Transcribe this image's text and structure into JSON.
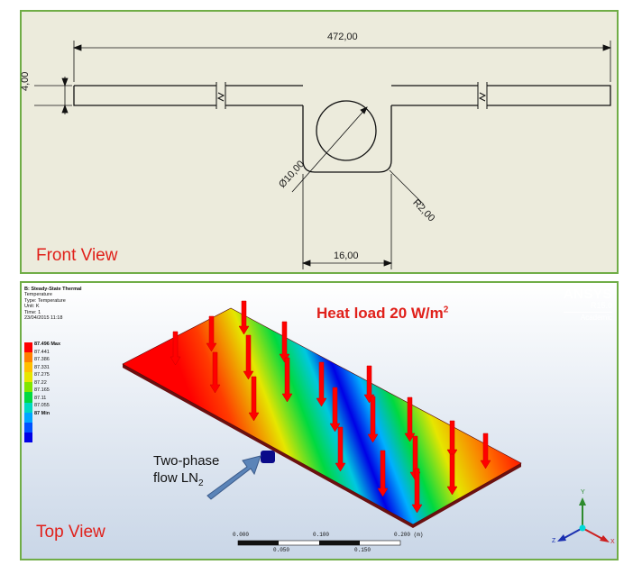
{
  "front_view": {
    "label": "Front View",
    "dimensions": {
      "total_length": "472,00",
      "thickness": "4,00",
      "tube_diameter": "Ø10,00",
      "fillet_radius": "R2,00",
      "channel_width": "16,00"
    }
  },
  "top_view": {
    "label": "Top View",
    "heat_load": "Heat load 20 W/m",
    "heat_load_sup": "2",
    "flow_line1": "Two-phase",
    "flow_line2": "flow LN",
    "flow_sub": "2",
    "legend": {
      "title": "B: Steady-State Thermal",
      "quantity": "Temperature",
      "type": "Type: Temperature",
      "unit": "Unit: K",
      "time": "Time: 1",
      "date": "23/04/2015 11:18",
      "values": [
        "87.496 Max",
        "87.441",
        "87.386",
        "87.331",
        "87.275",
        "87.22",
        "87.165",
        "87.11",
        "87.055",
        "87 Min"
      ],
      "colors": [
        "#ff0000",
        "#ff8000",
        "#ffbf00",
        "#e6e600",
        "#80e600",
        "#00d940",
        "#00d9c0",
        "#00a6ff",
        "#0052ff",
        "#0000e6"
      ]
    },
    "brand": "ANSYS",
    "version": "R15.0",
    "edition": "Academic",
    "scale": {
      "ticks_top": [
        "0.000",
        "0.100",
        "0.200 (m)"
      ],
      "ticks_bottom": [
        "0.050",
        "0.150"
      ]
    },
    "axes": {
      "x": "X",
      "y": "Y",
      "z": "Z"
    }
  }
}
